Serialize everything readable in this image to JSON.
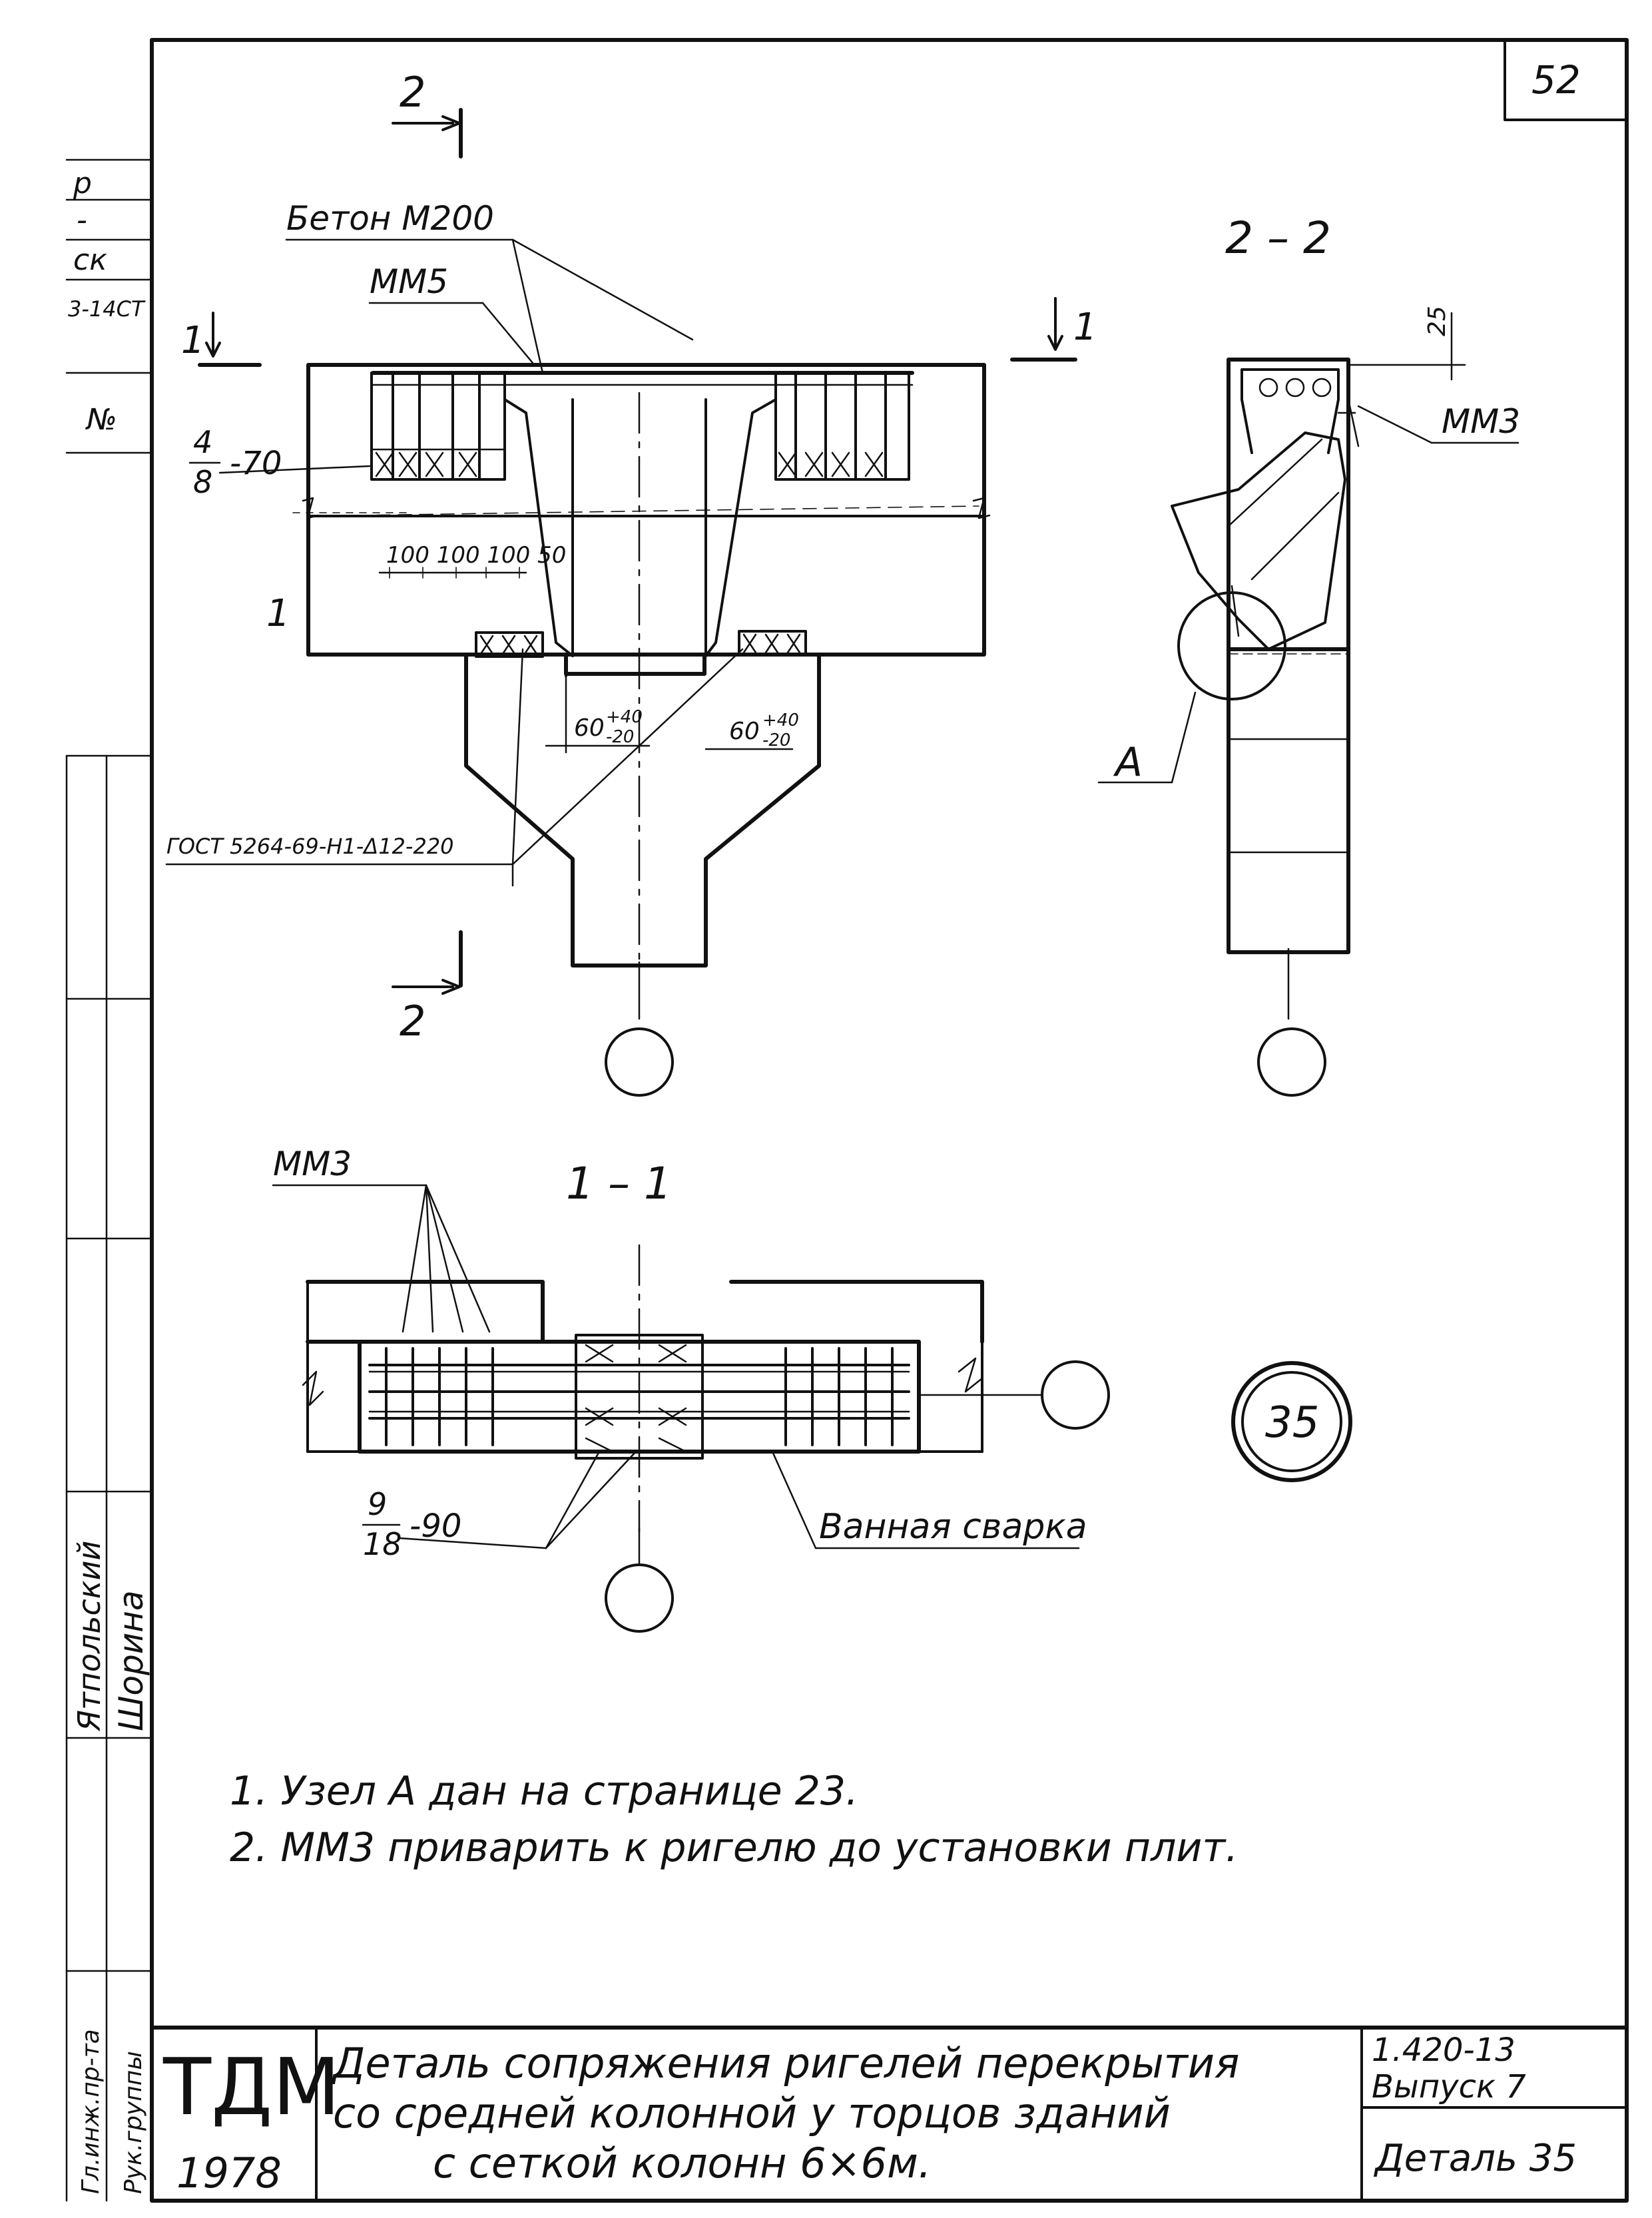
{
  "sheet": {
    "page_number": "52",
    "title_lines": [
      "Деталь сопряжения ригелей  перекрытия",
      "со средней колонной у торцов зданий",
      "с сеткой колонн 6×6м."
    ],
    "series_code": "1.420-13",
    "issue": "Выпуск 7",
    "detail_name": "Деталь 35",
    "org_logo": "ТДМ",
    "year": "1978",
    "detail_badge": "35"
  },
  "left_margin": {
    "fragments": [
      "р",
      "-",
      "ск",
      "3-14СТ",
      "№"
    ],
    "names": [
      "Ятпольский",
      "Шорина"
    ],
    "roles": [
      "Гл.инж.пр-та",
      "Рук.группы"
    ]
  },
  "notes": [
    "1. Узел А  дан на странице 23.",
    "2. ММ3 приварить к ригелю до установки плит."
  ],
  "labels": {
    "section_2_top": "2",
    "section_2_bottom": "2",
    "section_1_left": "1",
    "section_1_right": "1",
    "concrete": "Бетон М200",
    "mm5": "ММ5",
    "fraction_4_8_num": "4",
    "fraction_4_8_den": "8",
    "fraction_4_8_val": "-70",
    "dims_100": "100 100 100   50",
    "rebar_mark": "1",
    "tol_left": "60+40/-20",
    "tol_left_main": "60",
    "tol_left_sup": "+40",
    "tol_left_sub": "-20",
    "tol_right_main": "60",
    "tol_right_sup": "+40",
    "tol_right_sub": "-20",
    "gost": "ГОСТ 5264-69-Н1-Δ12-220",
    "section_22_title": "2 – 2",
    "dim_25": "25",
    "mm3_right": "ММ3",
    "node_a": "А",
    "section_11_title": "1 – 1",
    "mm3_bottom": "ММ3",
    "fraction_9_18_num": "9",
    "fraction_9_18_den": "18",
    "fraction_9_18_val": "-90",
    "bath_weld": "Ванная сварка"
  }
}
